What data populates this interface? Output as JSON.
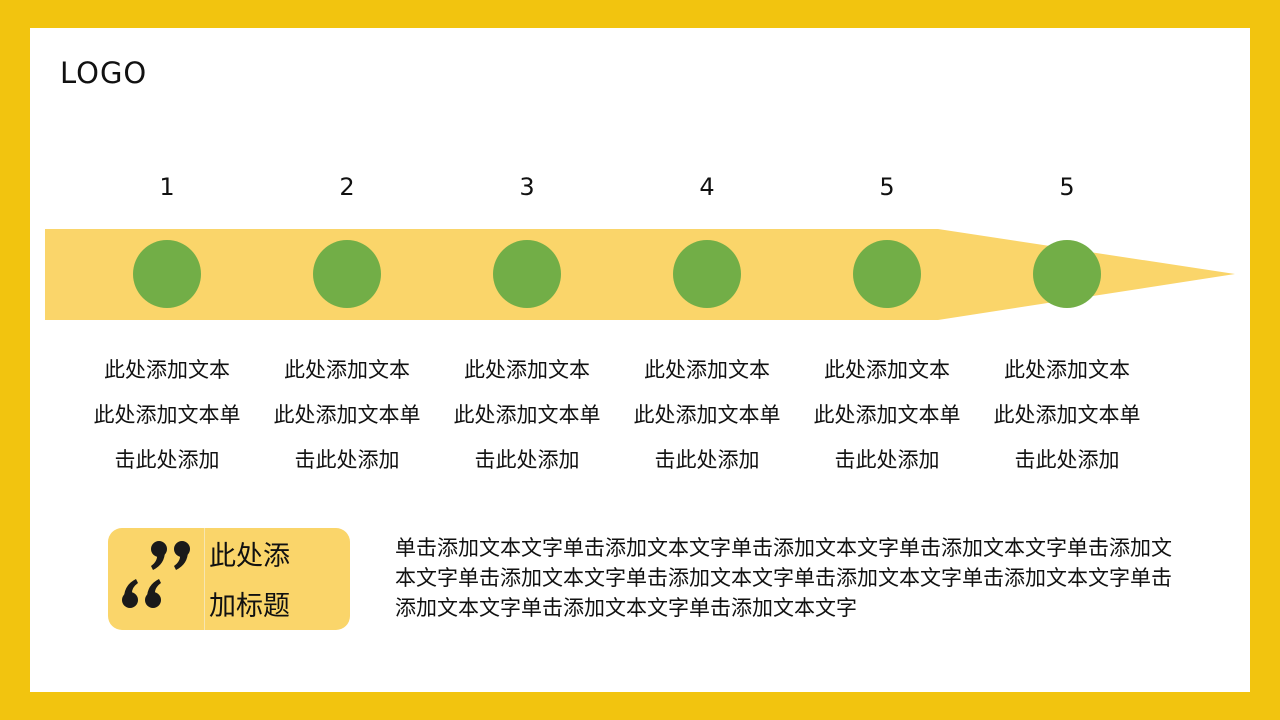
{
  "logo": "LOGO",
  "colors": {
    "frame": "#F2C40F",
    "arrow": "#FAD56A",
    "dot": "#72AE47",
    "quote_mark": "#1A1A1A"
  },
  "steps": [
    {
      "number": "1",
      "line1": "此处添加文本",
      "line2": "此处添加文本单",
      "line3": "击此处添加"
    },
    {
      "number": "2",
      "line1": "此处添加文本",
      "line2": "此处添加文本单",
      "line3": "击此处添加"
    },
    {
      "number": "3",
      "line1": "此处添加文本",
      "line2": "此处添加文本单",
      "line3": "击此处添加"
    },
    {
      "number": "4",
      "line1": "此处添加文本",
      "line2": "此处添加文本单",
      "line3": "击此处添加"
    },
    {
      "number": "5",
      "line1": "此处添加文本",
      "line2": "此处添加文本单",
      "line3": "击此处添加"
    },
    {
      "number": "5",
      "line1": "此处添加文本",
      "line2": "此处添加文本单",
      "line3": "击此处添加"
    }
  ],
  "quote_icon": "quote-icon",
  "quote_title_line1": "此处添",
  "quote_title_line2": "加标题",
  "body_text": "单击添加文本文字单击添加文本文字单击添加文本文字单击添加文本文字单击添加文本文字单击添加文本文字单击添加文本文字单击添加文本文字单击添加文本文字单击添加文本文字单击添加文本文字单击添加文本文字"
}
